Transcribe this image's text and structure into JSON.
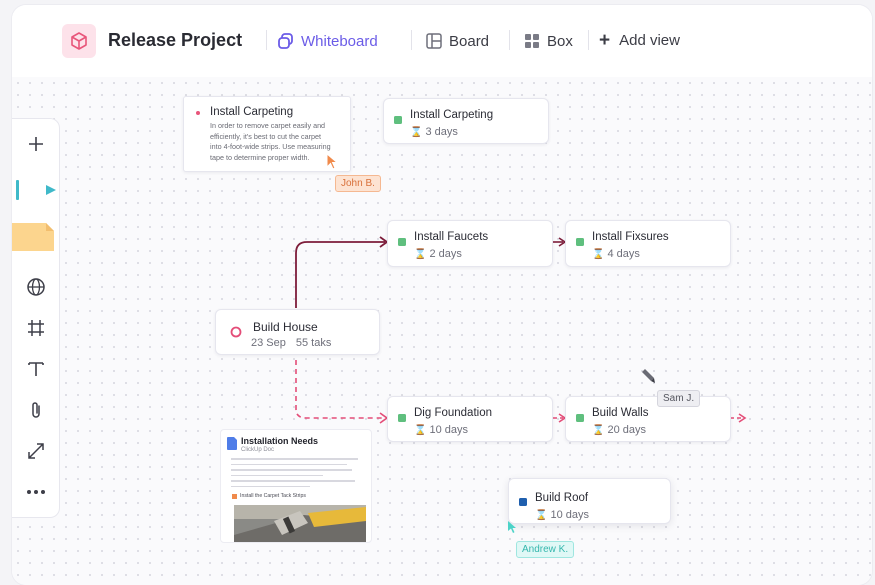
{
  "header": {
    "project_title": "Release Project",
    "tabs": [
      {
        "label": "Whiteboard",
        "icon": "whiteboard-icon",
        "active": true
      },
      {
        "label": "Board",
        "icon": "board-icon",
        "active": false
      },
      {
        "label": "Box",
        "icon": "box-icon",
        "active": false
      }
    ],
    "add_view_label": "Add view",
    "accent_color": "#6b5ce7"
  },
  "toolbar": {
    "tools": [
      "plus-icon",
      "pen-icon",
      "sticky-note-icon",
      "globe-icon",
      "frame-icon",
      "text-icon",
      "attachment-icon",
      "connector-icon",
      "more-icon"
    ]
  },
  "whiteboard": {
    "note": {
      "title": "Install Carpeting",
      "body": "In order to remove carpet easily and efficiently, it's best to cut the carpet into 4-foot-wide strips. Use measuring tape to determine proper width."
    },
    "tasks": [
      {
        "id": "carpet",
        "name": "Install Carpeting",
        "meta": "3 days",
        "color": "#5fbf7e"
      },
      {
        "id": "faucets",
        "name": "Install Faucets",
        "meta": "2 days",
        "color": "#5fbf7e"
      },
      {
        "id": "fixsures",
        "name": "Install Fixsures",
        "meta": "4 days",
        "color": "#5fbf7e"
      },
      {
        "id": "foundation",
        "name": "Dig Foundation",
        "meta": "10 days",
        "color": "#5fbf7e"
      },
      {
        "id": "walls",
        "name": "Build Walls",
        "meta": "20 days",
        "color": "#5fbf7e"
      },
      {
        "id": "roof",
        "name": "Build Roof",
        "meta": "10 days",
        "color": "#1f5fae"
      }
    ],
    "milestone": {
      "name": "Build House",
      "date": "23 Sep",
      "tasks": "55 taks"
    },
    "doc": {
      "title": "Installation Needs",
      "subtitle": "ClickUp Doc",
      "section": "Install the Carpet Tack Strips"
    },
    "collaborators": [
      {
        "name": "John B.",
        "color": "#f3a070"
      },
      {
        "name": "Sam J.",
        "color": "#9a9aa4"
      },
      {
        "name": "Andrew K.",
        "color": "#4cd3c8"
      }
    ]
  }
}
